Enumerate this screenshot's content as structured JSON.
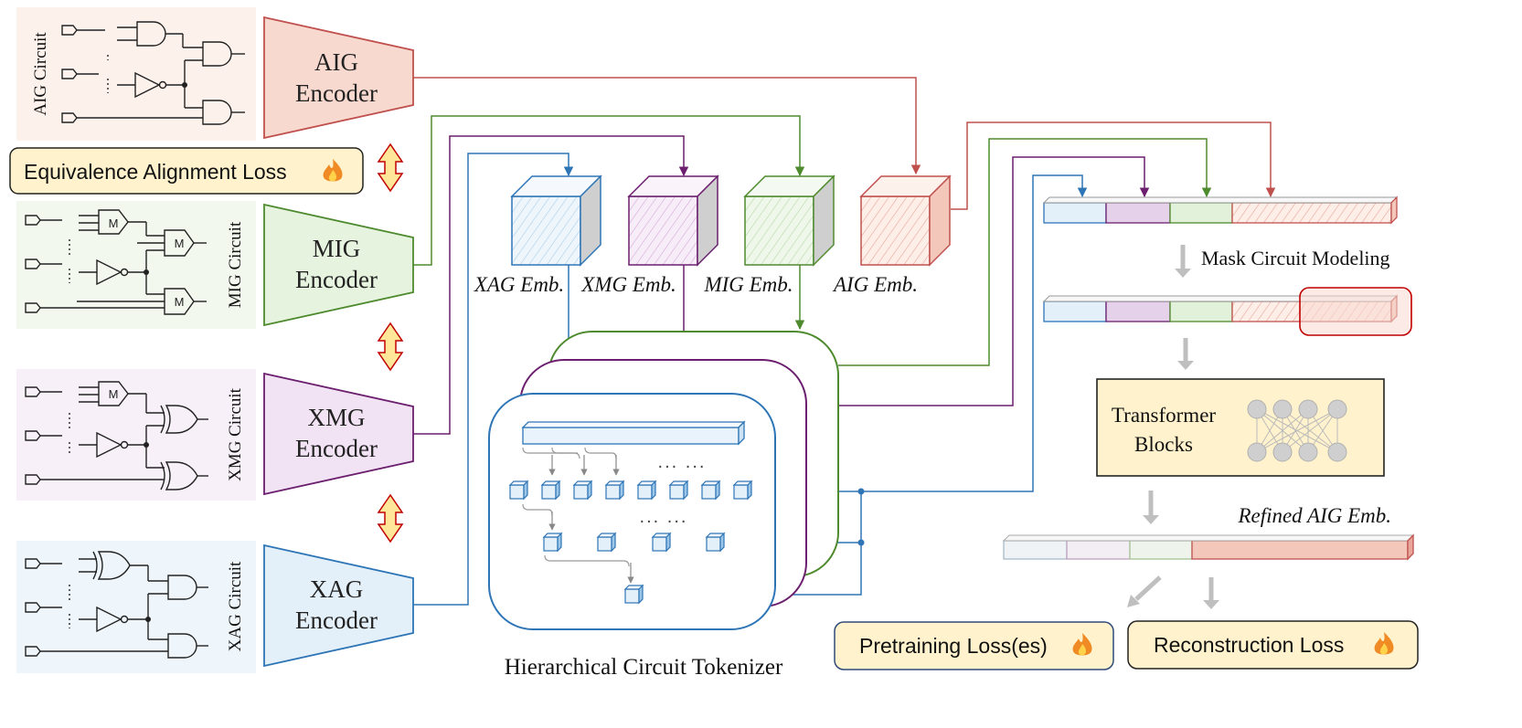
{
  "encoders": {
    "aig": {
      "line1": "AIG",
      "line2": "Encoder"
    },
    "mig": {
      "line1": "MIG",
      "line2": "Encoder"
    },
    "xmg": {
      "line1": "XMG",
      "line2": "Encoder"
    },
    "xag": {
      "line1": "XAG",
      "line2": "Encoder"
    }
  },
  "circuits": {
    "aig": "AIG Circuit",
    "mig": "MIG Circuit",
    "xmg": "XMG Circuit",
    "xag": "XAG Circuit"
  },
  "embeddings": {
    "xag": "XAG Emb.",
    "xmg": "XMG Emb.",
    "mig": "MIG Emb.",
    "aig": "AIG Emb."
  },
  "losses": {
    "equivalence": "Equivalence Alignment Loss",
    "pretraining": "Pretraining Loss(es)",
    "reconstruction": "Reconstruction Loss"
  },
  "labels": {
    "mask_modeling": "Mask Circuit Modeling",
    "transformer_line1": "Transformer",
    "transformer_line2": "Blocks",
    "refined": "Refined AIG Emb.",
    "tokenizer": "Hierarchical Circuit Tokenizer",
    "dots": "... ..."
  },
  "gate_mark": "M",
  "icons": {
    "loss": "fire-icon",
    "alignment": "double-arrow-icon"
  },
  "colors": {
    "aig": "#c0504d",
    "aig_fill": "#f8d9cf",
    "aig_bg": "#fdf1ec",
    "mig": "#4e8a2e",
    "mig_fill": "#e6f3df",
    "mig_bg": "#f2f8ee",
    "xmg": "#6b1f6e",
    "xmg_fill": "#f1e2f4",
    "xmg_bg": "#f8f0f8",
    "xag": "#2e75b6",
    "xag_fill": "#e3f0fa",
    "xag_bg": "#eef6fb",
    "loss_fill": "#fff2cc",
    "arrow_fill": "#ffe699",
    "arrow_stroke": "#c00000",
    "gray_arrow": "#bfbfbf"
  }
}
